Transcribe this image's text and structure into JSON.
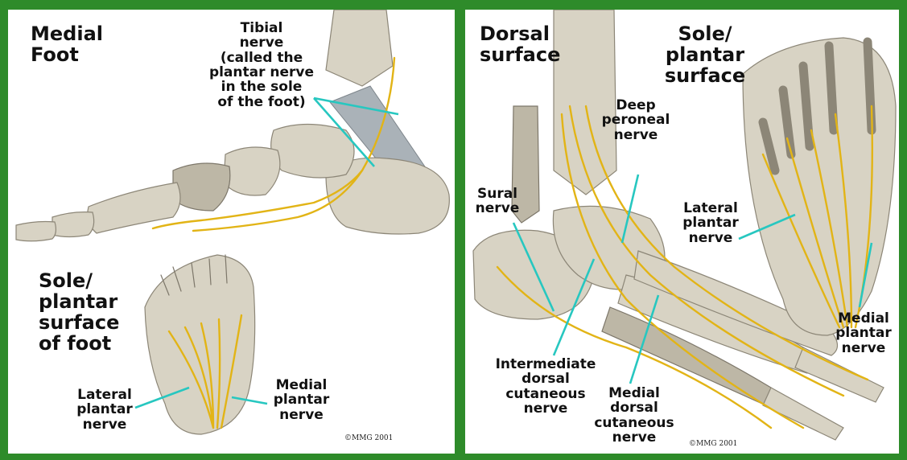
{
  "left_panel": {
    "title": "Medial\nFoot",
    "tibial_label": "Tibial\nnerve\n(called the\nplantar nerve\nin the sole\nof the foot)",
    "sole_title": "Sole/\nplantar\nsurface\nof foot",
    "lateral_label": "Lateral\nplantar\nnerve",
    "medial_label": "Medial\nplantar\nnerve",
    "copyright": "©MMG 2001"
  },
  "right_panel": {
    "dorsal_title": "Dorsal\nsurface",
    "sole_title": "Sole/\nplantar\nsurface",
    "deep_peroneal_label": "Deep\nperoneal\nnerve",
    "sural_label": "Sural\nnerve",
    "lateral_label": "Lateral\nplantar\nnerve",
    "medial_label": "Medial\nplantar\nnerve",
    "intermediate_label": "Intermediate\ndorsal\ncutaneous\nnerve",
    "medial_dorsal_label": "Medial\ndorsal\ncutaneous\nnerve",
    "copyright": "©MMG 2001"
  },
  "colors": {
    "frame": "#2e8b2a",
    "nerve": "#e2b416",
    "leader": "#27c7c0",
    "bone": "#d8d3c4"
  }
}
